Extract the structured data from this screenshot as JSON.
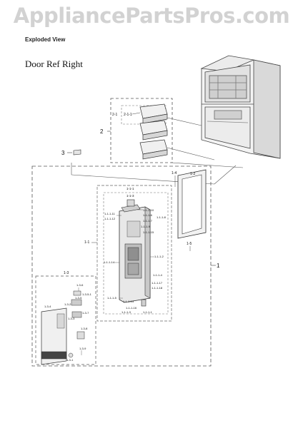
{
  "watermark": "AppliancePartsPros.com",
  "header": {
    "subtitle": "Exploded View"
  },
  "title": "Door Ref Right",
  "callouts": {
    "c1": "1",
    "c1_1": "1-1",
    "c1_2": "1-2",
    "c1_3": "1-3",
    "c1_4": "1-4",
    "c1_5": "1-5",
    "c1_1_1": "1-1-1",
    "c1_1_3": "1-1-3",
    "c1_1_1_1": "1-1-1-1",
    "c1_1_1_2": "1-1-1-2",
    "c1_1_1_3": "1-1-1-3",
    "c1_1_1_4": "1-1-1-4",
    "c1_1_1_5": "1-1-1-5",
    "c1_1_1_6": "1-1-1-6",
    "c1_1_1_7": "1-1-1-7",
    "c1_1_1_8": "1-1-1-8",
    "c1_1_1_9": "1-1-1-9",
    "c1_1_1_10": "1-1-1-10",
    "c1_1_1_11": "1-1-1-11",
    "c1_1_1_12": "1-1-1-12",
    "c1_1_1_13": "1-1-1-13",
    "c1_1_1_14": "1-1-1-14",
    "c1_1_1_15": "1-1-1-15",
    "c1_1_1_16": "1-1-1-16",
    "c1_1_1_17": "1-1-1-17",
    "c1_1_1_18": "1-1-1-18",
    "c1_3_1": "1-3-1",
    "c1_3_2": "1-3-2",
    "c1_3_3": "1-3-3",
    "c1_3_4": "1-3-4",
    "c1_3_5": "1-3-5",
    "c1_3_6": "1-3-6",
    "c1_3_7": "1-3-7",
    "c1_3_8": "1-3-8",
    "c1_3_9": "1-3-9",
    "c1_3_5_1": "1-3-5-1",
    "c2": "2",
    "c2_1": "2-1",
    "c2_1_1": "2-1-1",
    "c3": "3"
  }
}
